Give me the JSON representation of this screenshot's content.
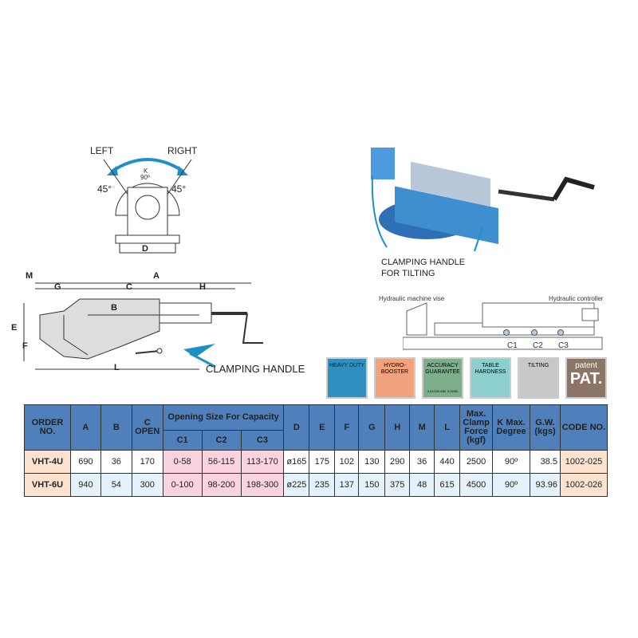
{
  "front_view": {
    "left": "LEFT",
    "right": "RIGHT",
    "angle_left": "45°",
    "angle_right": "45°",
    "k_label": "K",
    "k_angle": "90º",
    "dim_d": "D"
  },
  "side_view": {
    "dims": {
      "m": "M",
      "g": "G",
      "c": "C",
      "a": "A",
      "h": "H",
      "b": "B",
      "e": "E",
      "f": "F",
      "l": "L"
    },
    "callout": "CLAMPING HANDLE"
  },
  "photo": {
    "callout_line1": "CLAMPING HANDLE",
    "callout_line2": "FOR TILTING"
  },
  "capacity_diagram": {
    "vise_label": "Hydraulic machine vise",
    "controller_label": "Hydraulic controller",
    "positions": [
      "C1",
      "C2",
      "C3"
    ]
  },
  "features": [
    {
      "label": "HEAVY DUTY",
      "color": "#2f8fbf"
    },
    {
      "label": "HYDRO-BOOSTER",
      "color": "#f2a27c"
    },
    {
      "label": "ACCURACY GUARANTEE",
      "sub1": "0,01/100 MM",
      "sub2": "0,02/50",
      "color": "#7fae8c"
    },
    {
      "label": "TABLE HARDNESS",
      "color": "#8ccfce"
    },
    {
      "label": "TILTING",
      "color": "#c8c8c8"
    },
    {
      "label": "patent",
      "label2": "PAT.",
      "color": "#8c7466"
    }
  ],
  "table": {
    "headers": {
      "order": "ORDER NO.",
      "a": "A",
      "b": "B",
      "c": "C OPEN",
      "capacity": "Opening Size For Capacity",
      "c1": "C1",
      "c2": "C2",
      "c3": "C3",
      "d": "D",
      "e": "E",
      "f": "F",
      "g": "G",
      "h": "H",
      "m": "M",
      "l": "L",
      "force": "Max. Clamp Force (kgf)",
      "k": "K Max. Degree",
      "gw": "G.W. (kgs)",
      "code": "CODE NO."
    },
    "rows": [
      {
        "order": "VHT-4U",
        "a": "690",
        "b": "36",
        "c": "170",
        "c1": "0-58",
        "c2": "56-115",
        "c3": "113-170",
        "d": "ø165",
        "e": "175",
        "f": "102",
        "g": "130",
        "h": "290",
        "m": "36",
        "l": "440",
        "force": "2500",
        "k": "90º",
        "gw": "38.5",
        "code": "1002-025"
      },
      {
        "order": "VHT-6U",
        "a": "940",
        "b": "54",
        "c": "300",
        "c1": "0-100",
        "c2": "98-200",
        "c3": "198-300",
        "d": "ø225",
        "e": "235",
        "f": "137",
        "g": "150",
        "h": "375",
        "m": "48",
        "l": "615",
        "force": "4500",
        "k": "90º",
        "gw": "93.96",
        "code": "1002-026"
      }
    ]
  }
}
